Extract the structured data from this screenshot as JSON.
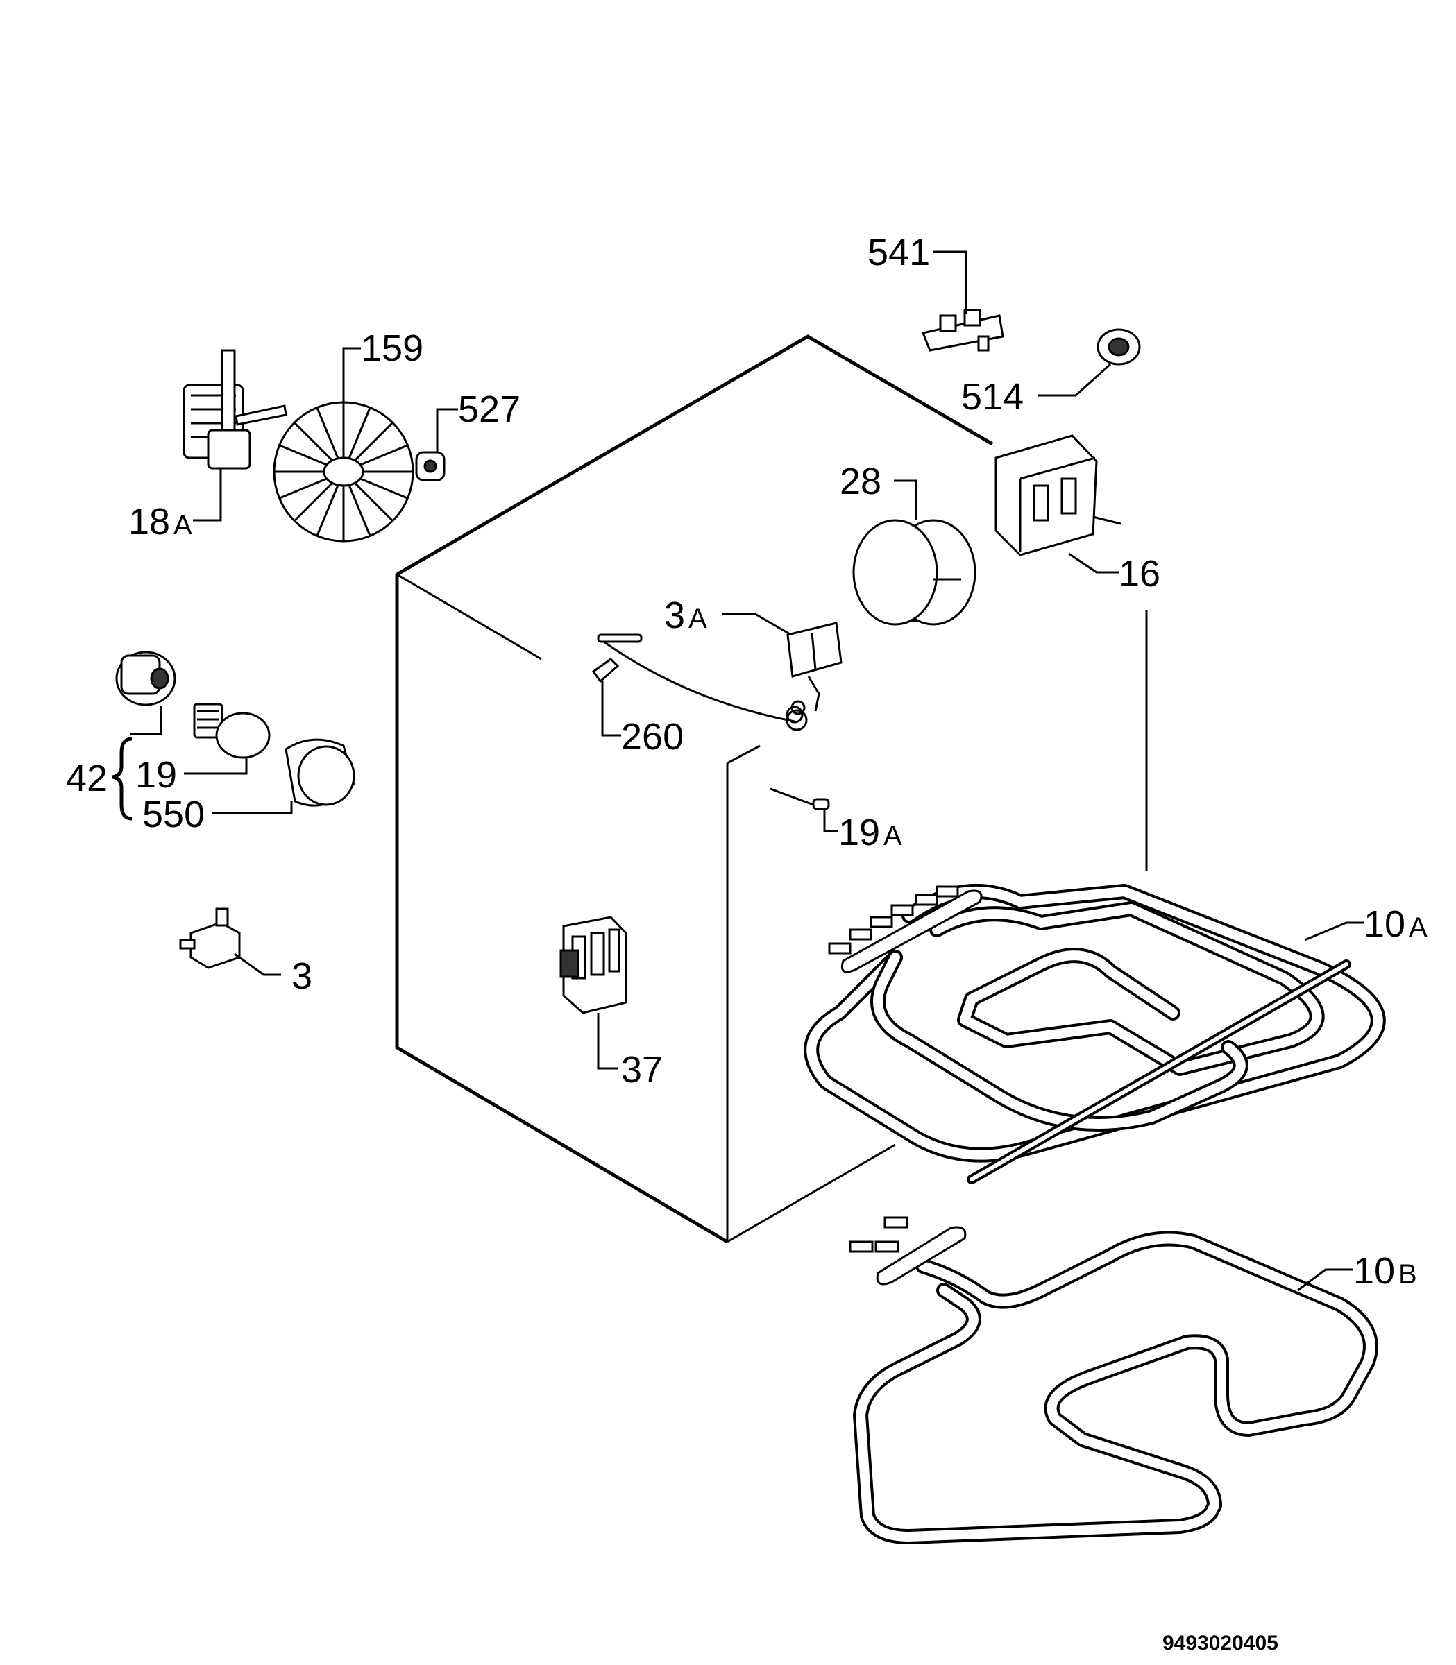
{
  "labels": {
    "p541": "541",
    "p514": "514",
    "p159": "159",
    "p527": "527",
    "p18": "18",
    "p18s": "A",
    "p28": "28",
    "p16": "16",
    "p3a": "3",
    "p3as": "A",
    "p260": "260",
    "p42": "42",
    "p19": "19",
    "p550": "550",
    "p19a": "19",
    "p19as": "A",
    "p10a": "10",
    "p10as": "A",
    "p3": "3",
    "p37": "37",
    "p10b": "10",
    "p10bs": "B"
  },
  "drawing_code": "9493020405"
}
